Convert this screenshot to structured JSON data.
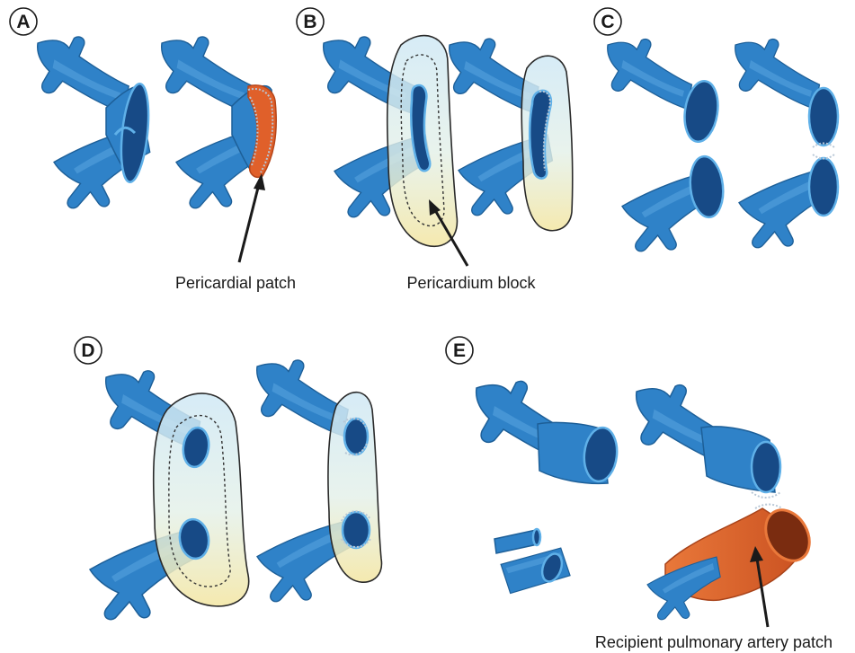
{
  "panels": [
    {
      "letter": "A"
    },
    {
      "letter": "B"
    },
    {
      "letter": "C"
    },
    {
      "letter": "D"
    },
    {
      "letter": "E"
    }
  ],
  "captions": {
    "pericardial_patch": "Pericardial patch",
    "pericardium_block": "Pericardium block",
    "recipient_pa_patch": "Recipient pulmonary artery patch"
  },
  "colors": {
    "vessel": "#2f82c8",
    "patch": "#e0602a",
    "pericardium_top": "#cfe8f5",
    "pericardium_bottom": "#f4e7a6"
  }
}
